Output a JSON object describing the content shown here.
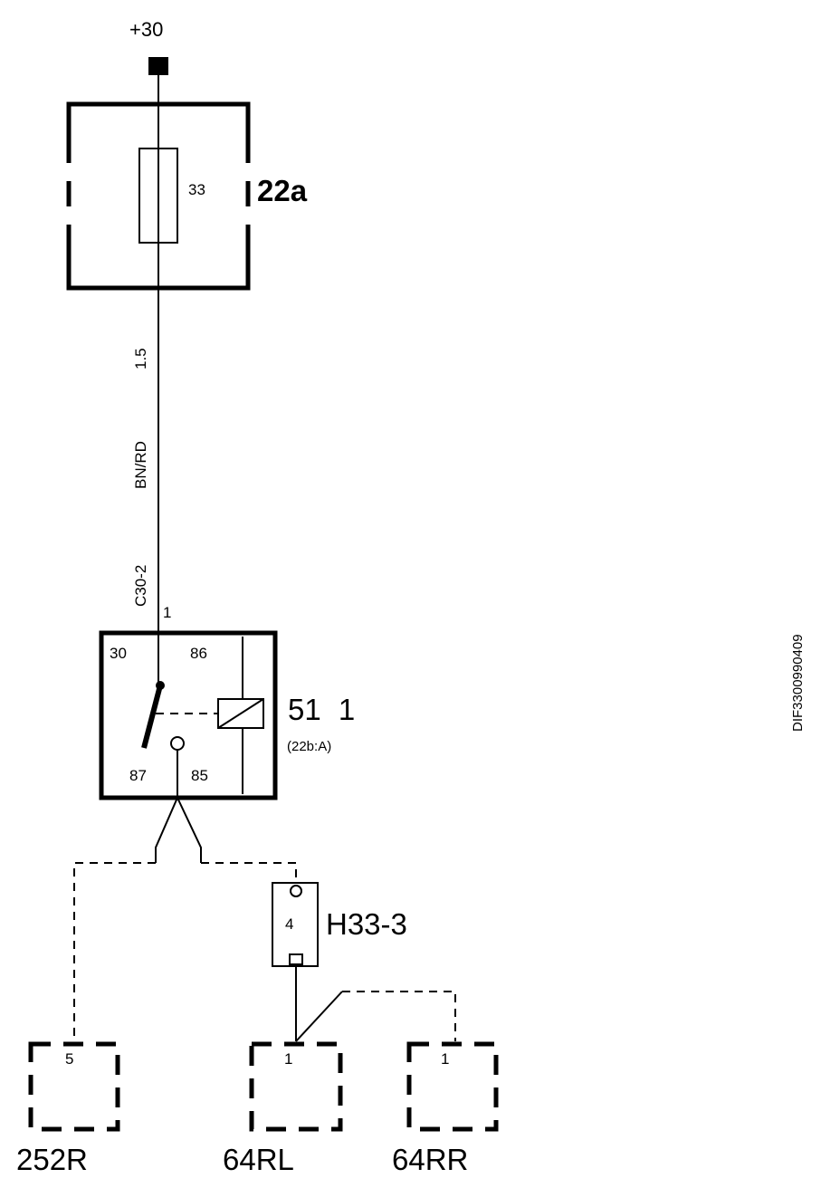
{
  "supply": {
    "label": "+30"
  },
  "fuse_box": {
    "label": "22a",
    "fuse_number": "33"
  },
  "wire": {
    "cross_section": "1.5",
    "color": "BN/RD",
    "connector": "C30-2",
    "pin": "1"
  },
  "relay": {
    "label": "51 1",
    "reference": "(22b:A)",
    "terminals": {
      "t30": "30",
      "t86": "86",
      "t87": "87",
      "t85": "85"
    }
  },
  "splice": {
    "label": "H33-3",
    "number": "4"
  },
  "components": [
    {
      "label": "252R",
      "pin": "5"
    },
    {
      "label": "64RL",
      "pin": "1"
    },
    {
      "label": "64RR",
      "pin": "1"
    }
  ],
  "document_id": "DIF3300990409"
}
